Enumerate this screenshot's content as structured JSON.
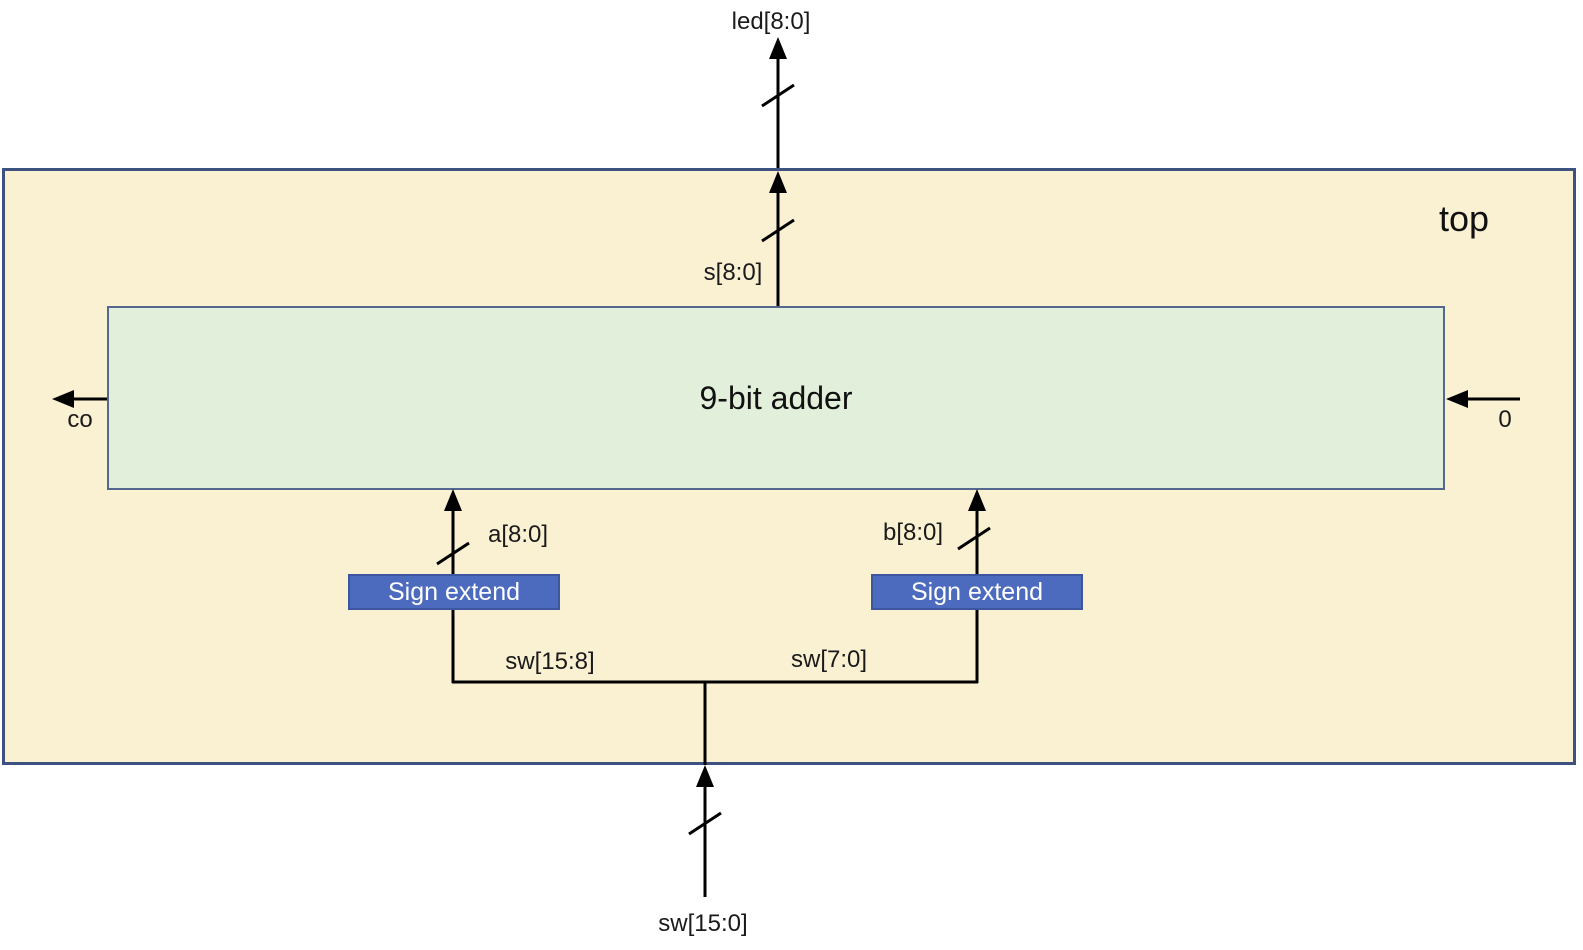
{
  "diagram": {
    "module": {
      "name": "top"
    },
    "adder": {
      "label": "9-bit adder"
    },
    "sign_extend_left": {
      "label": "Sign extend"
    },
    "sign_extend_right": {
      "label": "Sign extend"
    },
    "signals": {
      "led": "led[8:0]",
      "s": "s[8:0]",
      "co": "co",
      "carry_in": "0",
      "a": "a[8:0]",
      "b": "b[8:0]",
      "sw_high": "sw[15:8]",
      "sw_low": "sw[7:0]",
      "sw": "sw[15:0]"
    },
    "colors": {
      "module_fill": "#FAF0D2",
      "module_border": "#3D5280",
      "adder_fill": "#E2EFDA",
      "adder_border": "#54678F",
      "sign_extend_fill": "#4C6BBF",
      "sign_extend_border": "#3C56A0",
      "wire": "#000000"
    }
  }
}
